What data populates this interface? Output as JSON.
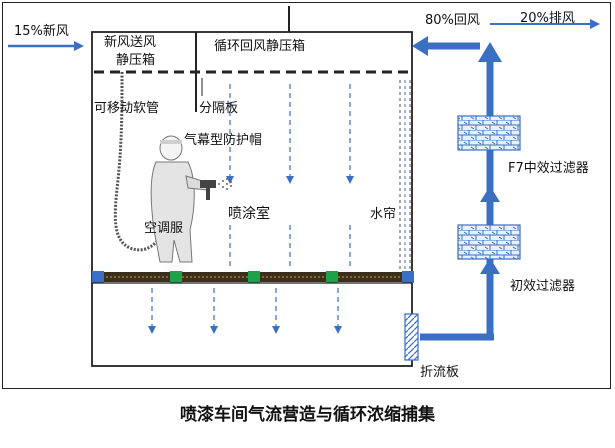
{
  "labels": {
    "fresh_air": "15%新风",
    "return_air": "80%回风",
    "exhaust_air": "20%排风",
    "supply_box_line1": "新风送风",
    "supply_box_line2": "静压箱",
    "return_box": "循环回风静压箱",
    "hose": "可移动软管",
    "partition": "分隔板",
    "hood": "气幕型防护帽",
    "suit": "空调服",
    "booth": "喷涂室",
    "curtain": "水帘",
    "filter_f7": "F7中效过滤器",
    "filter_primary": "初效过滤器",
    "deflector": "折流板"
  },
  "caption": "喷漆车间气流营造与循环浓缩捕集",
  "colors": {
    "airflow": "#3a6fc4",
    "filter_fill": "#dbe7f7",
    "grate_green": "#1fa04a",
    "grate_dark": "#3b2f1e"
  }
}
